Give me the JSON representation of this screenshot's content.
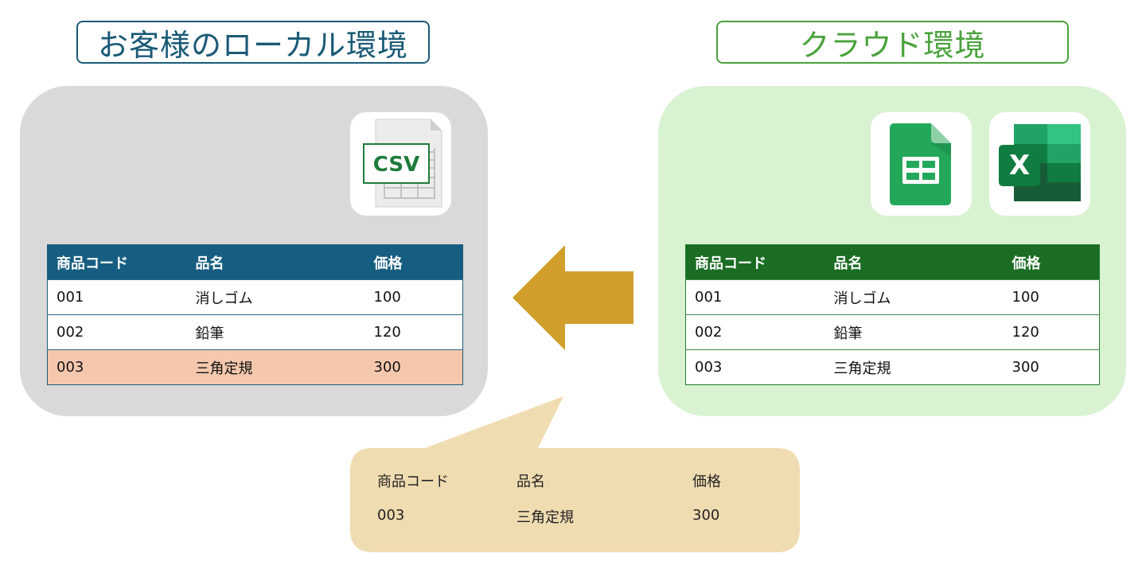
{
  "local": {
    "title": "お客様のローカル環境",
    "file_icon": "csv-file-icon",
    "file_icon_label": "CSV",
    "table": {
      "headers": [
        "商品コード",
        "品名",
        "価格"
      ],
      "rows": [
        [
          "001",
          "消しゴム",
          "100"
        ],
        [
          "002",
          "鉛筆",
          "120"
        ],
        [
          "003",
          "三角定規",
          "300"
        ]
      ],
      "highlighted_row": 2
    }
  },
  "cloud": {
    "title": "クラウド環境",
    "app_icons": [
      "google-sheets-icon",
      "excel-icon"
    ],
    "excel_icon_letter": "X",
    "table": {
      "headers": [
        "商品コード",
        "品名",
        "価格"
      ],
      "rows": [
        [
          "001",
          "消しゴム",
          "100"
        ],
        [
          "002",
          "鉛筆",
          "120"
        ],
        [
          "003",
          "三角定規",
          "300"
        ]
      ]
    }
  },
  "transfer": {
    "arrow_direction": "left",
    "callout": {
      "headers": [
        "商品コード",
        "品名",
        "価格"
      ],
      "row": [
        "003",
        "三角定規",
        "300"
      ]
    }
  },
  "colors": {
    "local_accent": "#1a5a76",
    "cloud_accent": "#4aa23c",
    "local_header": "#165e81",
    "cloud_header": "#1b6d24",
    "local_panel": "#d9d9d9",
    "cloud_panel": "#d9f2d2",
    "highlight_row": "#f5c8ae",
    "arrow": "#d09e2a",
    "callout": "#f0dcb1"
  }
}
